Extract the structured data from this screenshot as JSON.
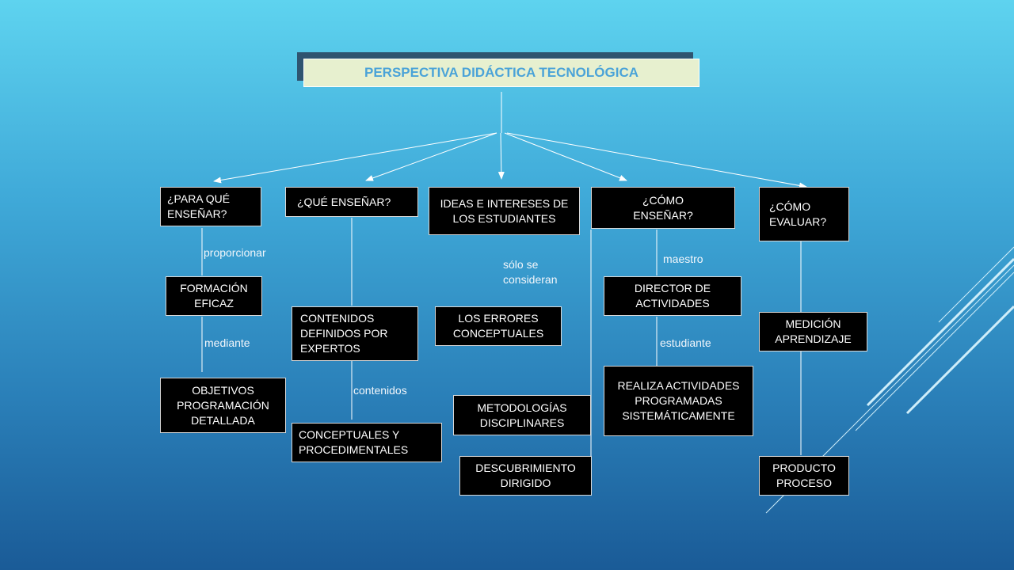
{
  "title": "PERSPECTIVA DIDÁCTICA TECNOLÓGICA",
  "boxes": {
    "para_que": "¿PARA QUÉ ENSEÑAR?",
    "que": "¿QUÉ ENSEÑAR?",
    "ideas": "IDEAS E INTERESES DE LOS ESTUDIANTES",
    "como_ensenar": "¿CÓMO ENSEÑAR?",
    "como_evaluar": "¿CÓMO EVALUAR?",
    "formacion": "FORMACIÓN EFICAZ",
    "objetivos": "OBJETIVOS PROGRAMACIÓN DETALLADA",
    "contenidos_def": "CONTENIDOS DEFINIDOS POR EXPERTOS",
    "conceptuales": "CONCEPTUALES Y PROCEDIMENTALES",
    "errores": "LOS ERRORES CONCEPTUALES",
    "metodologias": "METODOLOGÍAS DISCIPLINARES",
    "descubrimiento": "DESCUBRIMIENTO DIRIGIDO",
    "director": "DIRECTOR DE ACTIVIDADES",
    "realiza": "REALIZA ACTIVIDADES PROGRAMADAS SISTEMÁTICAMENTE",
    "medicion": "MEDICIÓN APRENDIZAJE",
    "producto": "PRODUCTO PROCESO"
  },
  "labels": {
    "proporcionar": "proporcionar",
    "mediante": "mediante",
    "contenidos": "contenidos",
    "solo_se": "sólo se",
    "consideran": "consideran",
    "maestro": "maestro",
    "estudiante": "estudiante"
  },
  "colors": {
    "box_bg": "#000000",
    "title_bg": "#e7f0cf",
    "title_text": "#4aa3d8",
    "connector": "#ffffff"
  }
}
